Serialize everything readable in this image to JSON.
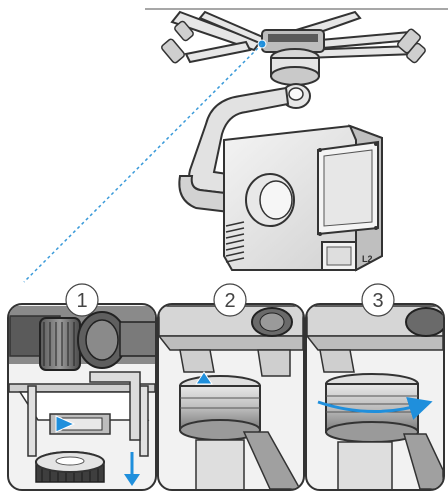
{
  "steps": [
    {
      "number": "1"
    },
    {
      "number": "2"
    },
    {
      "number": "3"
    }
  ],
  "colors": {
    "line": "#3a3a3a",
    "metal_dark": "#4a4a4a",
    "metal_mid": "#8c8c8c",
    "metal_light": "#d6d6d6",
    "panel": "#ececec",
    "accent": "#1f8fdc",
    "callout": "#3a9ad9"
  },
  "icons": [
    "step-1-number-circle",
    "step-2-number-circle",
    "step-3-number-circle",
    "direction-down-arrow-icon",
    "direction-up-arrow-icon",
    "direction-right-arrow-icon",
    "rotation-arrow-icon"
  ]
}
